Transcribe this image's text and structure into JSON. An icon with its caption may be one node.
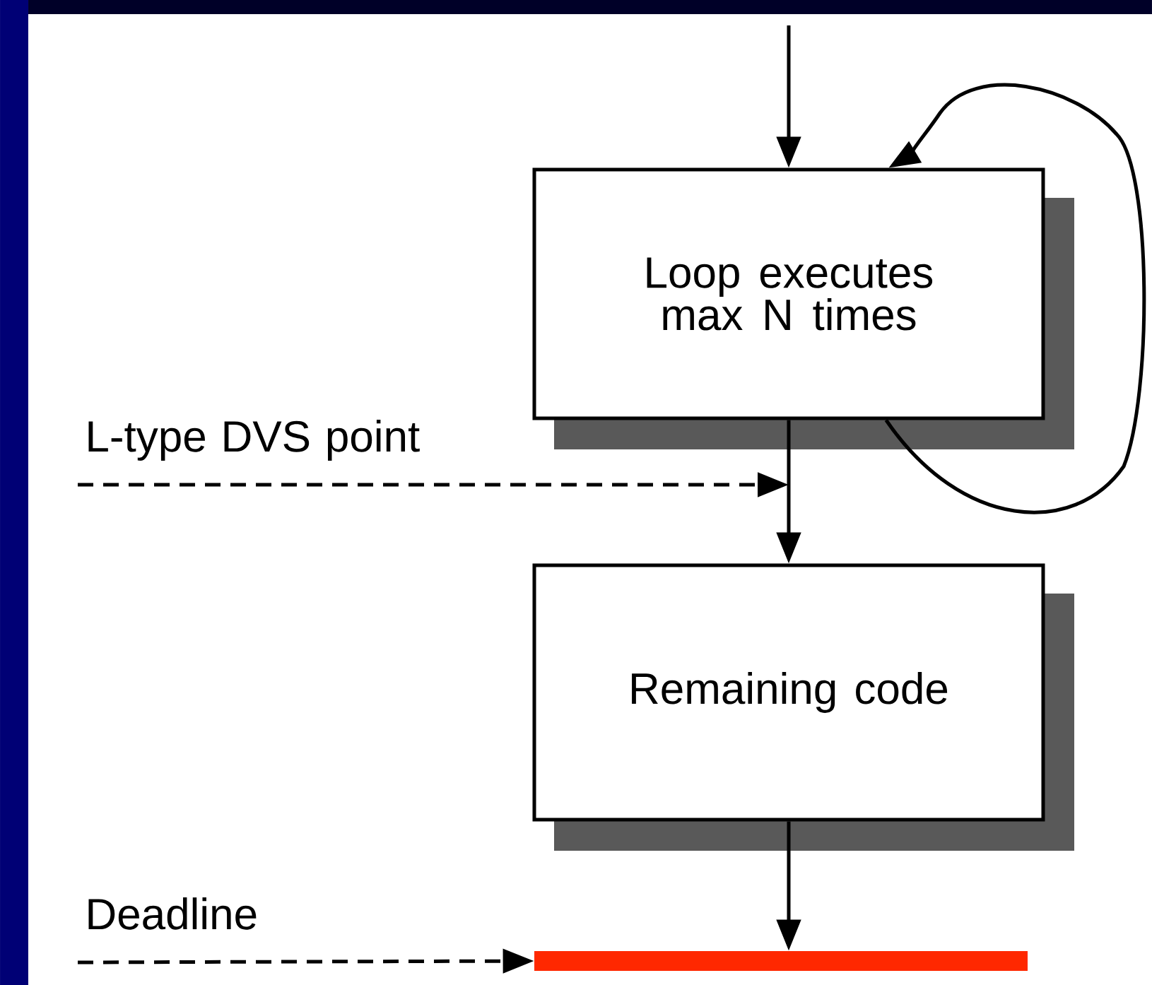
{
  "diagram": {
    "nodes": [
      {
        "text": [
          "Loop executes max N times"
        ]
      },
      {
        "text": [
          "Remaining code"
        ]
      },
      {
        "text": [],
        "shape": "bar"
      },
      {
        "text": [
          "L-type DVS point"
        ]
      },
      {
        "text": [
          "Deadline"
        ]
      }
    ],
    "edges": [
      {
        "from": null,
        "to": 0,
        "arrow": "to"
      },
      {
        "from": 0,
        "to": 0,
        "arrow": "to"
      },
      {
        "from": 0,
        "to": 1,
        "arrow": "to"
      },
      {
        "from": 3,
        "to": null,
        "arrow": "to",
        "style": "dashed"
      },
      {
        "from": 1,
        "to": 2,
        "arrow": "to"
      },
      {
        "from": 4,
        "to": 2,
        "arrow": "to",
        "style": "dashed"
      }
    ]
  }
}
